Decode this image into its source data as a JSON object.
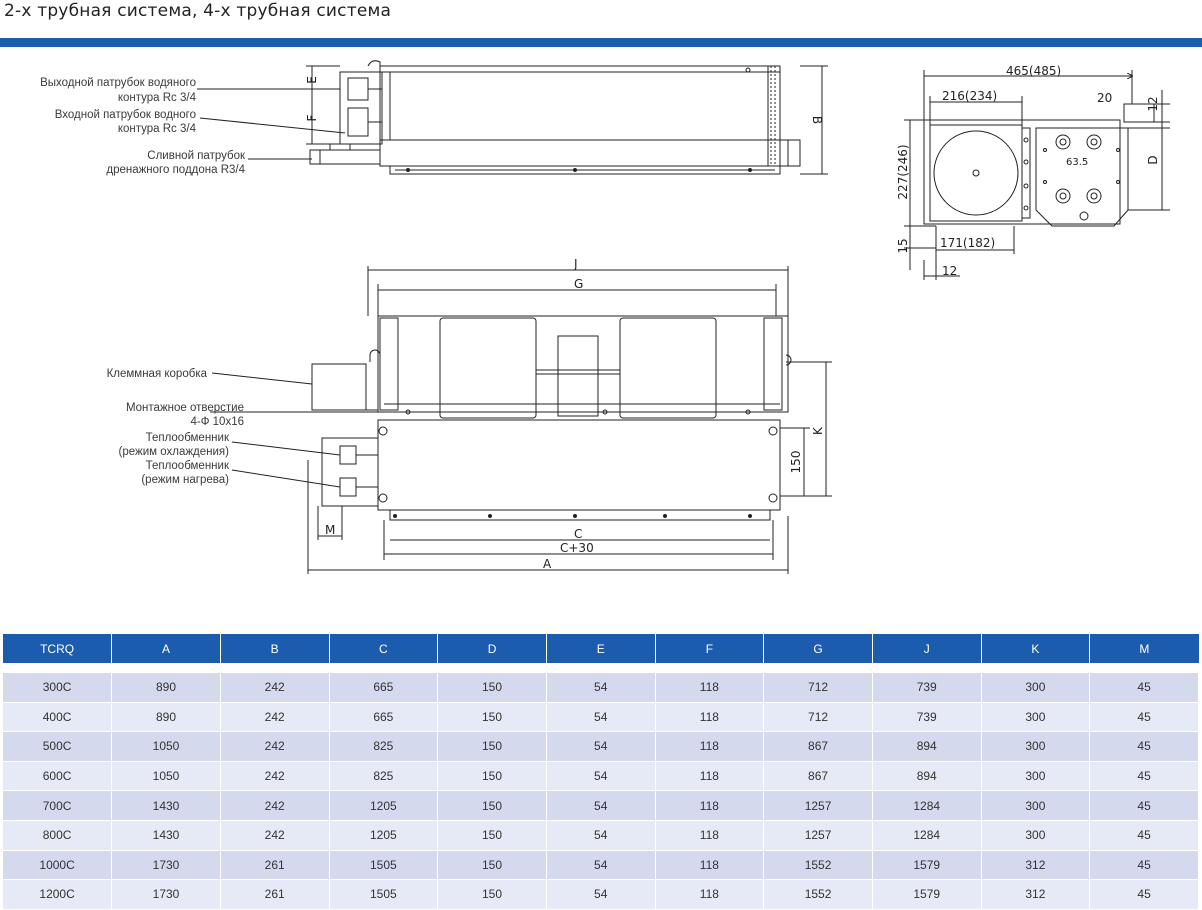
{
  "title": "2-х трубная система, 4-х трубная система",
  "colors": {
    "accent": "#1b5cae",
    "row_odd": "#d5d9ee",
    "row_even": "#e6e9f6"
  },
  "side_view": {
    "labels": {
      "outlet_1": "Выходной патрубок водяного",
      "outlet_2": "контура Rc 3/4",
      "inlet_1": "Входной патрубок водного",
      "inlet_2": "контура Rc 3/4",
      "drain_1": "Сливной патрубок",
      "drain_2": "дренажного поддона R3/4"
    },
    "dims": {
      "E": "E",
      "F": "F",
      "B": "B"
    }
  },
  "end_view": {
    "dims": {
      "width": "465(485)",
      "fan": "216(234)",
      "d20": "20",
      "d12_top": "12",
      "D": "D",
      "height": "227(246)",
      "d63": "63.5",
      "d15": "15",
      "bottom": "171(182)",
      "d12_bottom": "12"
    }
  },
  "top_view": {
    "labels": {
      "terminal_box": "Клеммная коробка",
      "mount_1": "Монтажное отверстие",
      "mount_2": "4-Ф 10x16",
      "hex_cool_1": "Теплообменник",
      "hex_cool_2": "(режим охлаждения)",
      "hex_heat_1": "Теплообменник",
      "hex_heat_2": "(режим нагрева)"
    },
    "dims": {
      "J": "J",
      "G": "G",
      "K": "K",
      "d150": "150",
      "C": "C",
      "C30": "C+30",
      "A": "A",
      "M": "M"
    }
  },
  "table": {
    "headers": [
      "TCRQ",
      "A",
      "B",
      "C",
      "D",
      "E",
      "F",
      "G",
      "J",
      "K",
      "M"
    ],
    "rows": [
      [
        "300C",
        "890",
        "242",
        "665",
        "150",
        "54",
        "118",
        "712",
        "739",
        "300",
        "45"
      ],
      [
        "400C",
        "890",
        "242",
        "665",
        "150",
        "54",
        "118",
        "712",
        "739",
        "300",
        "45"
      ],
      [
        "500C",
        "1050",
        "242",
        "825",
        "150",
        "54",
        "118",
        "867",
        "894",
        "300",
        "45"
      ],
      [
        "600C",
        "1050",
        "242",
        "825",
        "150",
        "54",
        "118",
        "867",
        "894",
        "300",
        "45"
      ],
      [
        "700C",
        "1430",
        "242",
        "1205",
        "150",
        "54",
        "118",
        "1257",
        "1284",
        "300",
        "45"
      ],
      [
        "800C",
        "1430",
        "242",
        "1205",
        "150",
        "54",
        "118",
        "1257",
        "1284",
        "300",
        "45"
      ],
      [
        "1000C",
        "1730",
        "261",
        "1505",
        "150",
        "54",
        "118",
        "1552",
        "1579",
        "312",
        "45"
      ],
      [
        "1200C",
        "1730",
        "261",
        "1505",
        "150",
        "54",
        "118",
        "1552",
        "1579",
        "312",
        "45"
      ]
    ]
  }
}
